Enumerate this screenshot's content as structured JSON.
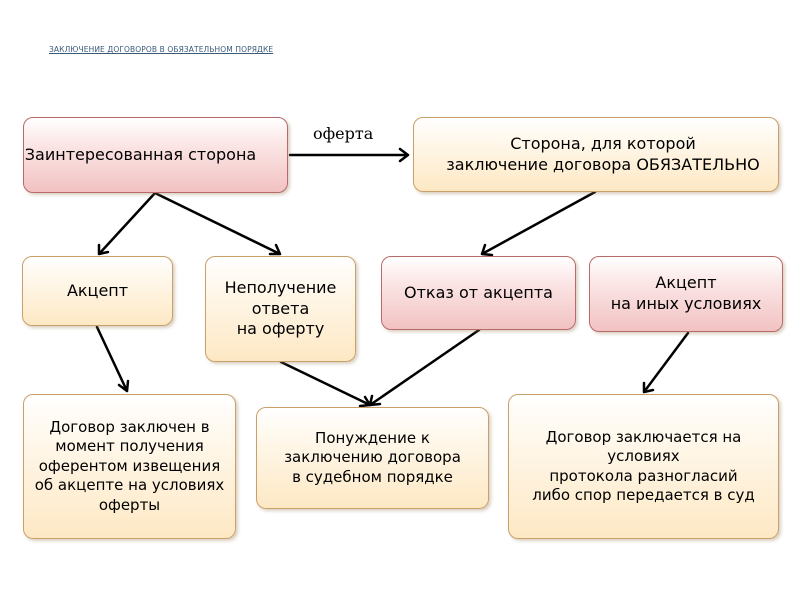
{
  "title": "ЗАКЛЮЧЕНИЕ ДОГОВОРОВ В ОБЯЗАТЕЛЬНОМ ПОРЯДКЕ",
  "edge_label": "оферта",
  "nodes": {
    "interested_party": [
      "Заинтересованная сторона"
    ],
    "obliged_party": [
      "Сторона, для которой",
      "заключение договора ОБЯЗАТЕЛЬНО"
    ],
    "acceptance": [
      "Акцепт"
    ],
    "no_response": [
      "Неполучение",
      "ответа",
      "на оферту"
    ],
    "refusal": [
      "Отказ от акцепта"
    ],
    "acceptance_other_terms": [
      "Акцепт",
      "на иных условиях"
    ],
    "contract_concluded": [
      "Договор заключен в",
      "момент получения",
      "оферентом извещения",
      "об акцепте на условиях",
      "оферты"
    ],
    "court_compulsion": [
      "Понуждение к",
      "заключению договора",
      "в судебном порядке"
    ],
    "contract_protocol": [
      "Договор заключается на",
      "условиях",
      "протокола разногласий",
      "либо спор передается в суд"
    ]
  }
}
